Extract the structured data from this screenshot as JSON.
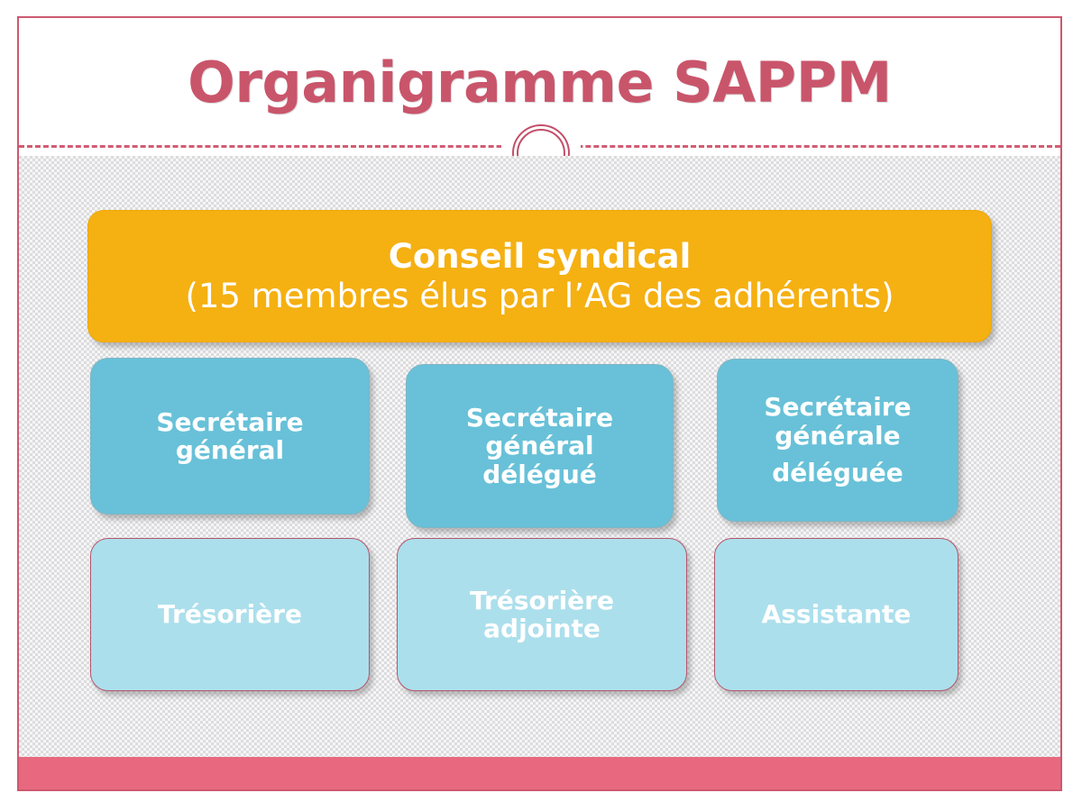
{
  "slide": {
    "title": "Organigramme SAPPM",
    "ornament_icon": "double-ring-icon",
    "colors": {
      "accent_rose": "#C9556B",
      "bottom_bar": "#E8697F",
      "council_orange": "#F5B012",
      "teal": "#68C1D8",
      "light_blue": "#ACDFEC",
      "background": "#DCDCDE"
    }
  },
  "org_chart": {
    "root": {
      "title": "Conseil syndical",
      "subtitle": "(15 membres élus par l’AG des adhérents)"
    },
    "secretaries": [
      {
        "line1": "Secrétaire",
        "line2": "général",
        "line3": ""
      },
      {
        "line1": "Secrétaire",
        "line2": "général",
        "line3": "délégué"
      },
      {
        "line1": "Secrétaire",
        "line2": "générale",
        "line3": "déléguée"
      }
    ],
    "support": [
      {
        "line1": "Trésorière",
        "line2": ""
      },
      {
        "line1": "Trésorière",
        "line2": "adjointe"
      },
      {
        "line1": "Assistante",
        "line2": ""
      }
    ]
  }
}
